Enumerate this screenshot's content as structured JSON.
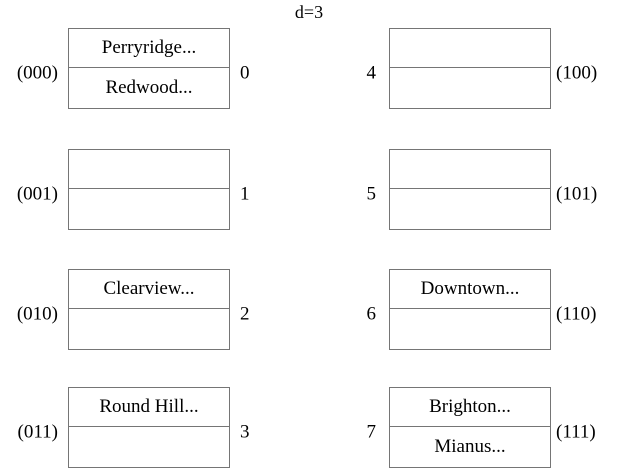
{
  "title": "d=3",
  "colors": {
    "background": "#ffffff",
    "border": "#757575",
    "text": "#000000"
  },
  "buckets": [
    {
      "number": "0",
      "binary": "(000)",
      "cells": [
        "Perryridge...",
        "Redwood..."
      ]
    },
    {
      "number": "1",
      "binary": "(001)",
      "cells": [
        "",
        ""
      ]
    },
    {
      "number": "2",
      "binary": "(010)",
      "cells": [
        "Clearview...",
        ""
      ]
    },
    {
      "number": "3",
      "binary": "(011)",
      "cells": [
        "Round Hill...",
        ""
      ]
    },
    {
      "number": "4",
      "binary": "(100)",
      "cells": [
        "",
        ""
      ]
    },
    {
      "number": "5",
      "binary": "(101)",
      "cells": [
        "",
        ""
      ]
    },
    {
      "number": "6",
      "binary": "(110)",
      "cells": [
        "Downtown...",
        ""
      ]
    },
    {
      "number": "7",
      "binary": "(111)",
      "cells": [
        "Brighton...",
        "Mianus..."
      ]
    }
  ]
}
